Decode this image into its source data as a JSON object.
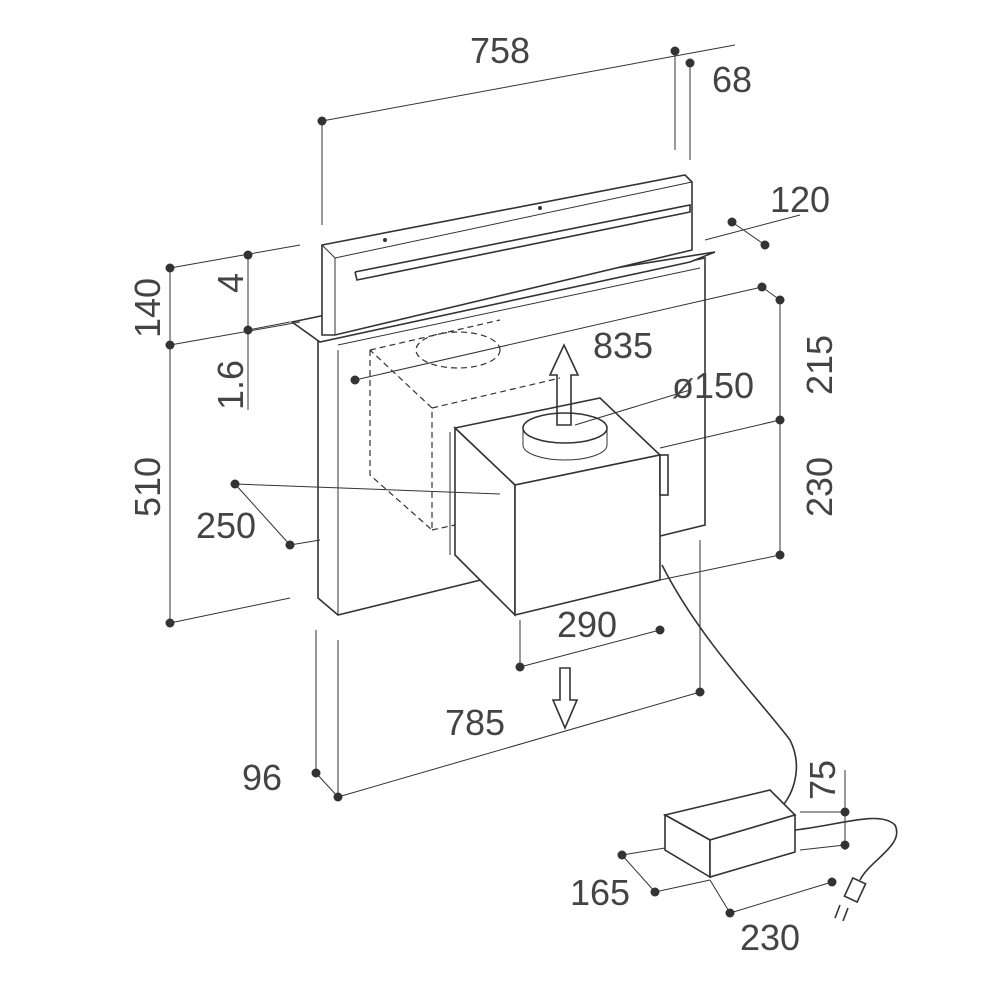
{
  "title": "Downdraft hood dimension drawing",
  "dimensions": {
    "width_top": "758",
    "depth_top": "68",
    "side_depth": "120",
    "height_upper": "140",
    "gap_4": "4",
    "gap_1_6": "1.6",
    "cutout_width": "835",
    "duct_diameter": "ø150",
    "right_upper": "215",
    "height_lower": "510",
    "offset_250": "250",
    "right_lower": "230",
    "motor_width": "290",
    "total_width": "785",
    "depth_96": "96",
    "box_height": "75",
    "box_depth": "165",
    "box_width": "230"
  },
  "colors": {
    "line": "#333333",
    "text": "#444444"
  }
}
